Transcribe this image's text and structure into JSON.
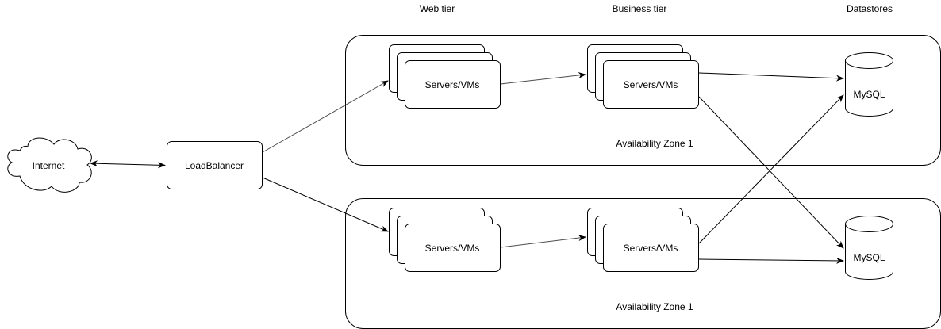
{
  "headers": {
    "web_tier": "Web tier",
    "business_tier": "Business tier",
    "datastores": "Datastores"
  },
  "internet": {
    "label": "Internet"
  },
  "load_balancer": {
    "label": "LoadBalancer"
  },
  "zones": [
    {
      "label": "Availability Zone 1",
      "web_servers": "Servers/VMs",
      "business_servers": "Servers/VMs",
      "database": "MySQL"
    },
    {
      "label": "Availability Zone 1",
      "web_servers": "Servers/VMs",
      "business_servers": "Servers/VMs",
      "database": "MySQL"
    }
  ],
  "colors": {
    "stroke": "#000000",
    "connector_gray": "#4d4d4d",
    "fill": "#ffffff"
  }
}
